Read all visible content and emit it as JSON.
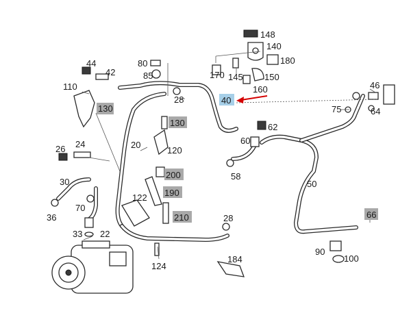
{
  "callouts": [
    {
      "id": "p148",
      "label": "148"
    },
    {
      "id": "p140",
      "label": "140"
    },
    {
      "id": "p180",
      "label": "180"
    },
    {
      "id": "p170",
      "label": "170"
    },
    {
      "id": "p145",
      "label": "145"
    },
    {
      "id": "p150",
      "label": "150"
    },
    {
      "id": "p160",
      "label": "160"
    },
    {
      "id": "p80",
      "label": "80"
    },
    {
      "id": "p85",
      "label": "85"
    },
    {
      "id": "p44",
      "label": "44"
    },
    {
      "id": "p42",
      "label": "42"
    },
    {
      "id": "p110",
      "label": "110"
    },
    {
      "id": "p28a",
      "label": "28"
    },
    {
      "id": "p46",
      "label": "46"
    },
    {
      "id": "p75",
      "label": "75"
    },
    {
      "id": "p64",
      "label": "64"
    },
    {
      "id": "p62",
      "label": "62"
    },
    {
      "id": "p60",
      "label": "60"
    },
    {
      "id": "p58",
      "label": "58"
    },
    {
      "id": "p20",
      "label": "20"
    },
    {
      "id": "p120",
      "label": "120"
    },
    {
      "id": "p26",
      "label": "26"
    },
    {
      "id": "p24",
      "label": "24"
    },
    {
      "id": "p30",
      "label": "30"
    },
    {
      "id": "p36",
      "label": "36"
    },
    {
      "id": "p70",
      "label": "70"
    },
    {
      "id": "p50",
      "label": "50"
    },
    {
      "id": "p122",
      "label": "122"
    },
    {
      "id": "p28b",
      "label": "28"
    },
    {
      "id": "p33",
      "label": "33"
    },
    {
      "id": "p22",
      "label": "22"
    },
    {
      "id": "p124",
      "label": "124"
    },
    {
      "id": "p184",
      "label": "184"
    },
    {
      "id": "p90",
      "label": "90"
    },
    {
      "id": "p100",
      "label": "100"
    }
  ],
  "highlighted_callouts": [
    {
      "id": "h130a",
      "label": "130"
    },
    {
      "id": "h130b",
      "label": "130"
    },
    {
      "id": "h200",
      "label": "200"
    },
    {
      "id": "h190",
      "label": "190"
    },
    {
      "id": "h210",
      "label": "210"
    },
    {
      "id": "h66",
      "label": "66"
    }
  ],
  "selected_callout": {
    "label": "40"
  },
  "colors": {
    "gray_tag": "#a9a9a9",
    "selected_tag": "#a6cfe8",
    "arrow": "#d40000",
    "line": "#2a2a2a"
  }
}
